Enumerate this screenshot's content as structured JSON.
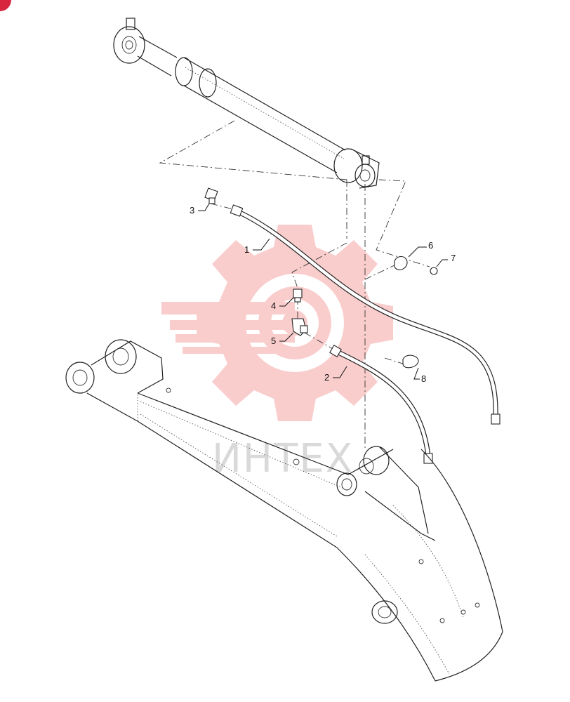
{
  "watermark": {
    "text": "ИНТЕХ",
    "gear_icon": "gear-icon",
    "color": "#f5a3a3"
  },
  "badge": {
    "icon": "corner-badge-icon",
    "color": "#d7263d"
  },
  "callouts": [
    {
      "id": "1",
      "label": "1"
    },
    {
      "id": "2",
      "label": "2"
    },
    {
      "id": "3",
      "label": "3"
    },
    {
      "id": "4",
      "label": "4"
    },
    {
      "id": "5",
      "label": "5"
    },
    {
      "id": "6",
      "label": "6"
    },
    {
      "id": "7",
      "label": "7"
    },
    {
      "id": "8",
      "label": "8"
    }
  ]
}
